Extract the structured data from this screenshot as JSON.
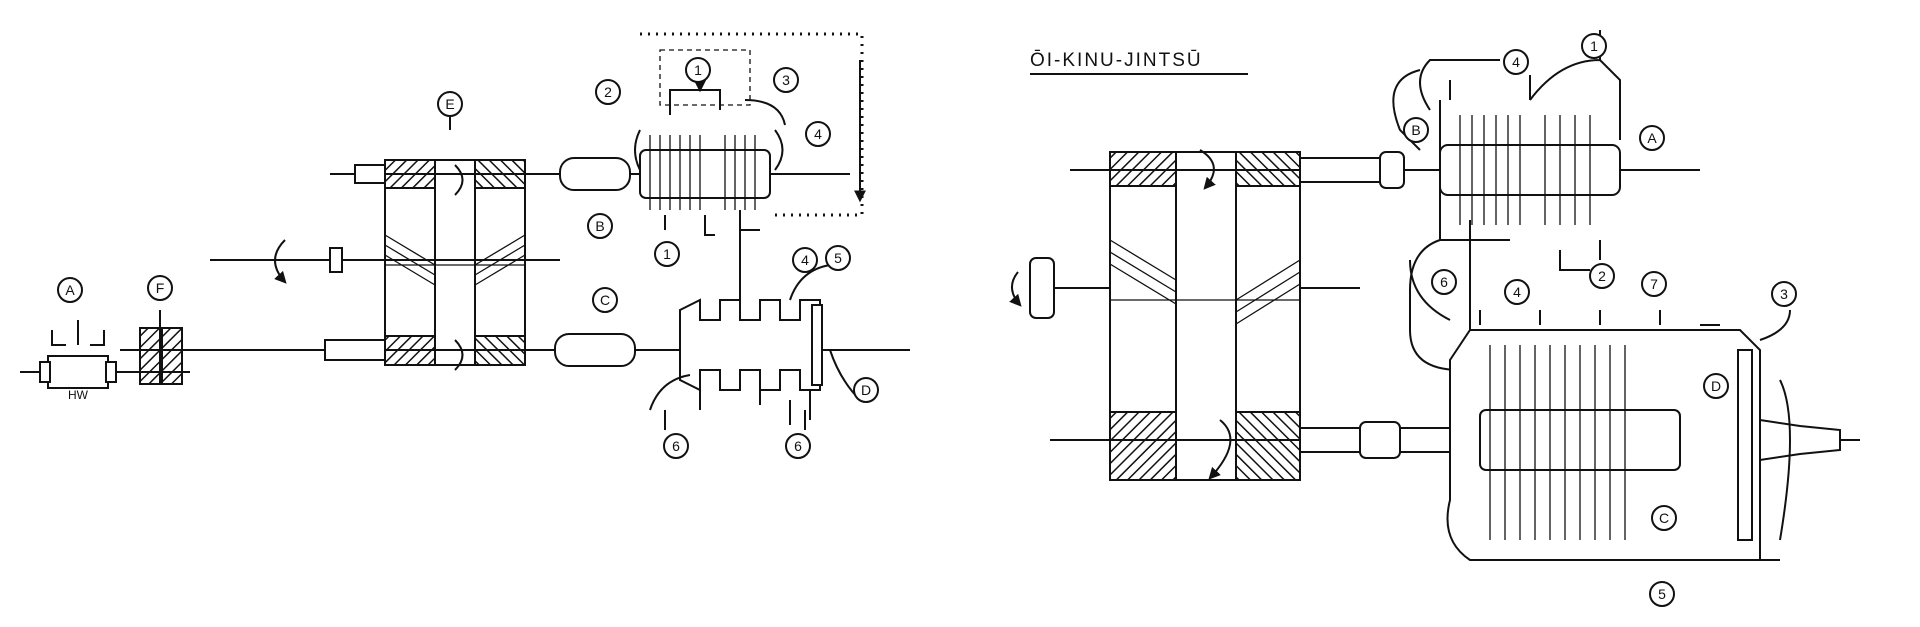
{
  "left_diagram": {
    "labels": {
      "A": "A",
      "B": "B",
      "C": "C",
      "D": "D",
      "E": "E",
      "F": "F",
      "n1a": "1",
      "n1b": "1",
      "n2": "2",
      "n3": "3",
      "n4a": "4",
      "n4b": "4",
      "n5": "5",
      "n6a": "6",
      "n6b": "6",
      "hw": "HW"
    }
  },
  "right_diagram": {
    "title": "ŌI-KINU-JINTSŪ",
    "labels": {
      "A": "A",
      "B": "B",
      "C": "C",
      "D": "D",
      "n1": "1",
      "n2": "2",
      "n3": "3",
      "n4a": "4",
      "n4b": "4",
      "n5": "5",
      "n6": "6",
      "n7": "7"
    }
  }
}
